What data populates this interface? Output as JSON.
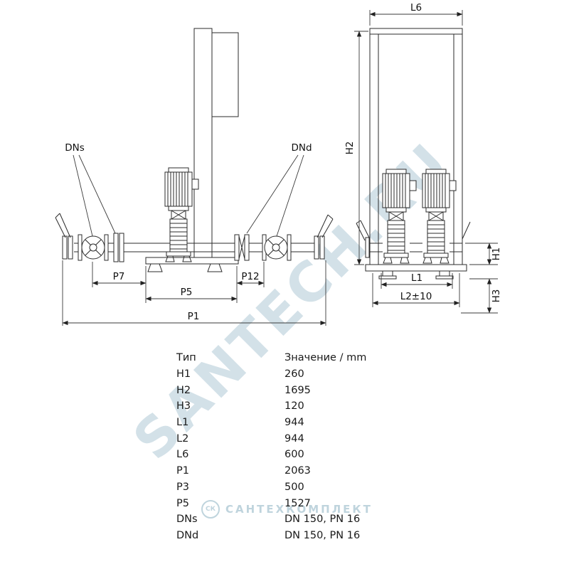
{
  "drawing": {
    "front": {
      "dns": "DNs",
      "dnd": "DNd",
      "p7": "P7",
      "p5": "P5",
      "p12": "P12",
      "p1": "P1"
    },
    "side": {
      "l6": "L6",
      "h2": "H2",
      "h1": "H1",
      "h3": "H3",
      "l1": "L1",
      "l2": "L2±10"
    }
  },
  "watermark": {
    "diagonal": "SANTECH.RU",
    "logo": "СК",
    "brand": "САНТЕХКОМПЛЕКТ"
  },
  "table": {
    "headers": [
      "Тип",
      "Значение / mm"
    ],
    "rows": [
      {
        "param": "H1",
        "value": "260"
      },
      {
        "param": "H2",
        "value": "1695"
      },
      {
        "param": "H3",
        "value": "120"
      },
      {
        "param": "L1",
        "value": "944"
      },
      {
        "param": "L2",
        "value": "944"
      },
      {
        "param": "L6",
        "value": "600"
      },
      {
        "param": "P1",
        "value": "2063"
      },
      {
        "param": "P3",
        "value": "500"
      },
      {
        "param": "P5",
        "value": "1527"
      },
      {
        "param": "DNs",
        "value": "DN 150, PN 16"
      },
      {
        "param": "DNd",
        "value": "DN 150, PN 16"
      }
    ]
  }
}
